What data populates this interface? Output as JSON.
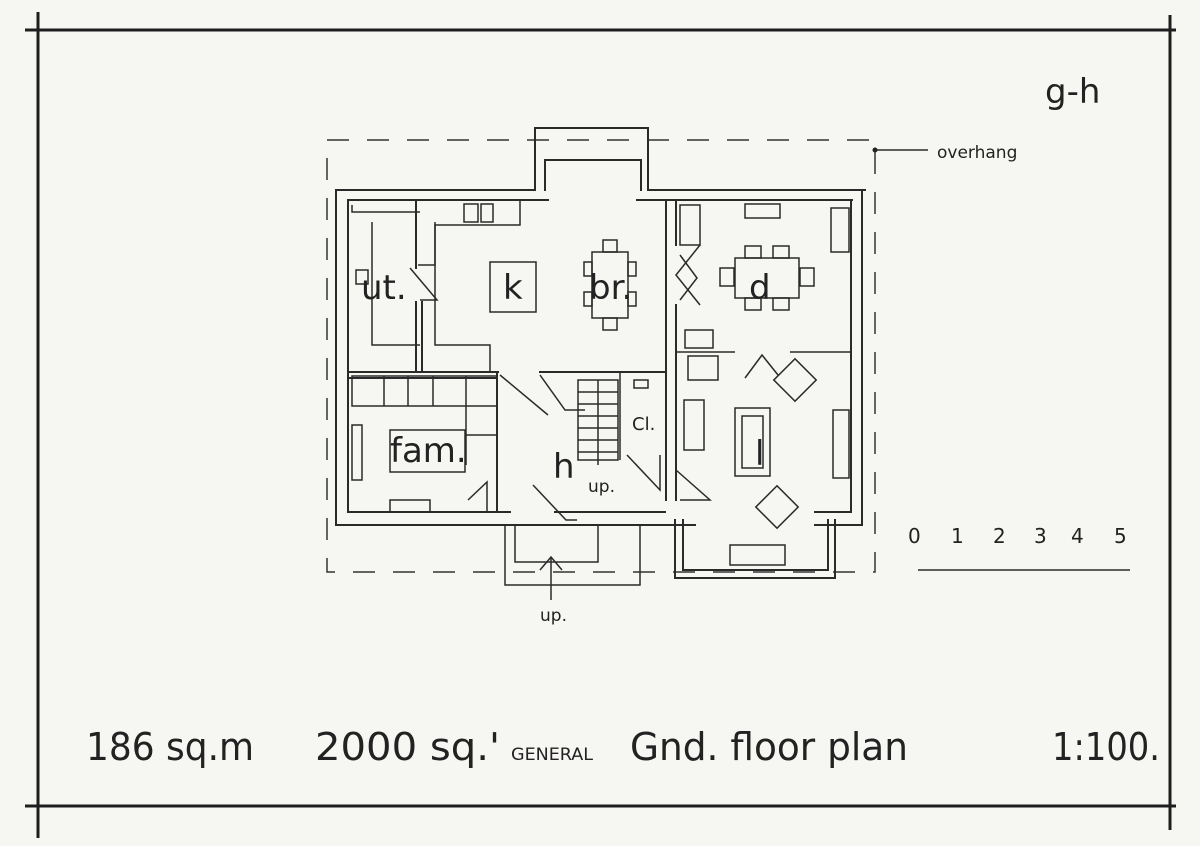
{
  "sheet": {
    "id": "g-h"
  },
  "plan": {
    "rooms": {
      "utility": "ut.",
      "kitchen": "k",
      "breakfast": "br.",
      "dining": "d",
      "family": "fam.",
      "hall": "h",
      "stair_up": "up.",
      "closet": "Cl.",
      "living": "l",
      "entry_up": "up."
    },
    "overhang_label": "overhang"
  },
  "scale_bar": {
    "ticks": [
      "0",
      "1",
      "2",
      "3",
      "4",
      "5"
    ]
  },
  "footer": {
    "area_metric": "186 sq.m",
    "area_imperial": "2000 sq.'",
    "category": "GENERAL",
    "title": "Gnd. floor plan",
    "scale": "1:100."
  }
}
